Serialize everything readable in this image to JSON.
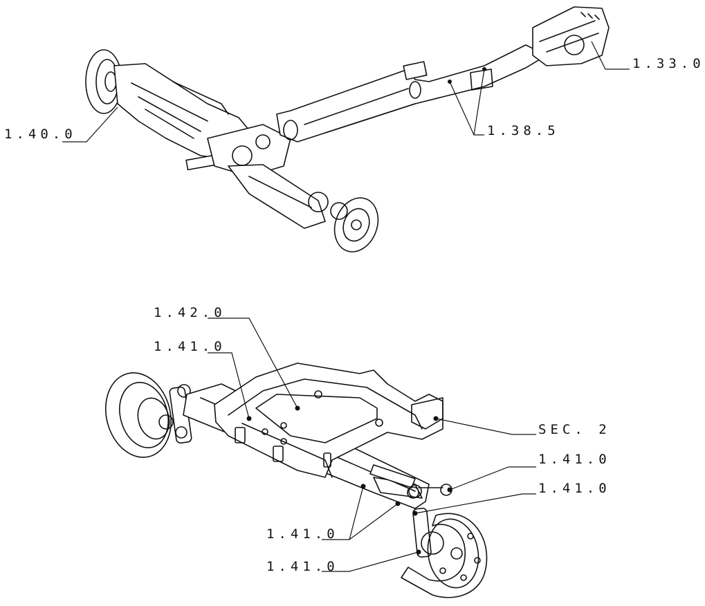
{
  "callouts": {
    "c1_33_0": "1.33.0",
    "c1_40_0": "1.40.0",
    "c1_38_5": "1.38.5",
    "c1_42_0": "1.42.0",
    "c1_41_0_top": "1.41.0",
    "c_sec2": "SEC. 2",
    "c1_41_0_right_a": "1.41.0",
    "c1_41_0_right_b": "1.41.0",
    "c1_41_0_left_a": "1.41.0",
    "c1_41_0_left_b": "1.41.0"
  }
}
